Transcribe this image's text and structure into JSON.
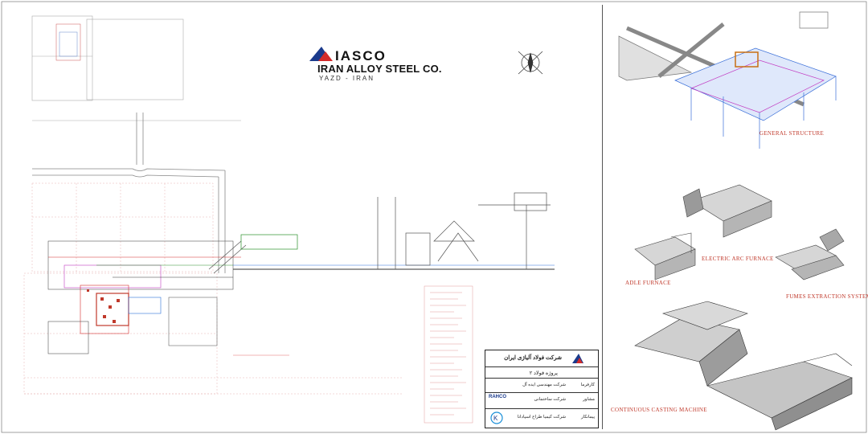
{
  "header": {
    "brand": "IASCO",
    "company": "IRAN ALLOY STEEL CO.",
    "location": "YAZD - IRAN"
  },
  "views": {
    "general_structure": "GENERAL STRUCTURE",
    "electric_arc_furnace": "ELECTRIC ARC FURNACE",
    "ladle_furnace": "ADLE FURNACE",
    "fumes_extraction": "FUMES EXTRACTION SYSTEM",
    "continuous_casting": "CONTINUOUS CASTING MACHINE"
  },
  "title_block": {
    "owner": "شرکت فولاد آلیاژی ایران",
    "project": "پروژه فولاد ۲",
    "row_1": "شرکت مهندسی ایده آل",
    "row_2": "شرکت ساختمانی",
    "row_3": "شرکت کیمیا طراح اسپادانا",
    "label_1": "کارفرما",
    "label_2": "مشاور",
    "label_3": "پیمانکار",
    "contractor_logo": "RAHCO"
  },
  "colors": {
    "brand_blue": "#1a3a8c",
    "brand_red": "#d22b2b",
    "annotation_red": "#c0392b",
    "structure_blue": "#3a6fd8",
    "structure_magenta": "#c23cc2"
  }
}
